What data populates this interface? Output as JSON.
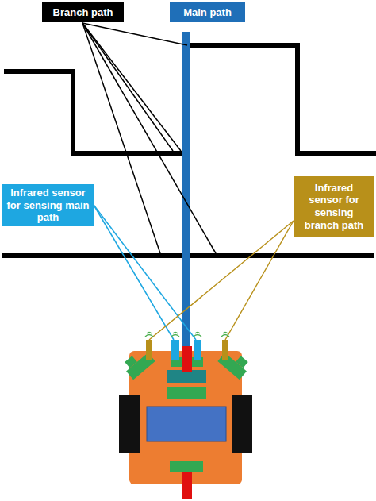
{
  "diagram": {
    "nodes": [
      {
        "text": [
          "Branch path"
        ]
      },
      {
        "text": [
          "Main path"
        ]
      },
      {
        "text": [
          "Infrared sensor for sensing main path"
        ]
      },
      {
        "text": [
          "Infrared sensor for sensing branch path"
        ]
      }
    ]
  }
}
